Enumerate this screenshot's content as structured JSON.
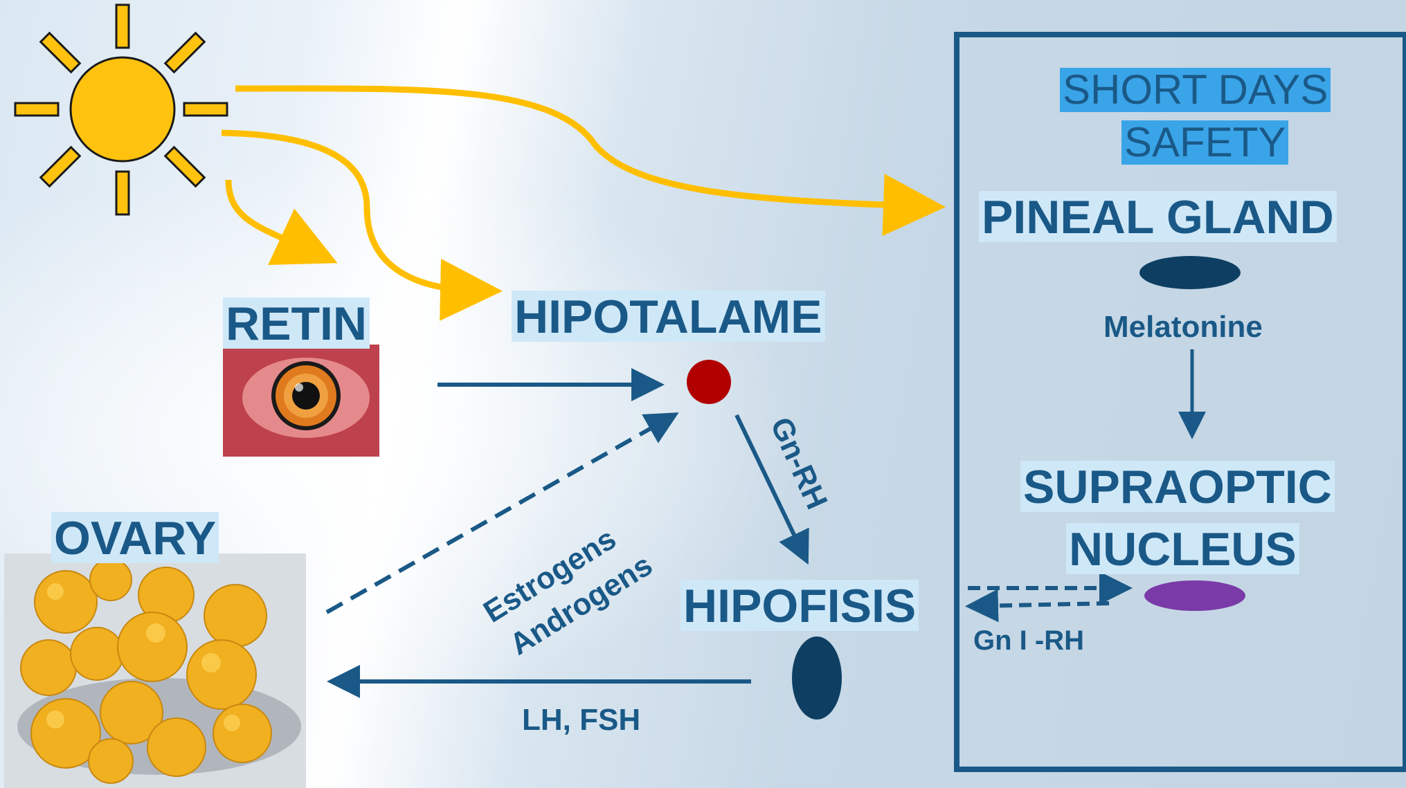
{
  "box": {
    "title_line1": "SHORT DAYS",
    "title_line2": "SAFETY"
  },
  "nodes": {
    "pineal": "PINEAL GLAND",
    "melatonine": "Melatonine",
    "supraoptic_line1": "SUPRAOPTIC",
    "supraoptic_line2": "NUCLEUS",
    "gnirh": "Gn I -RH",
    "retin": "RETIN",
    "hipotalame": "HIPOTALAME",
    "gnrh": "Gn-RH",
    "hipofisis": "HIPOFISIS",
    "ovary": "OVARY",
    "estrogens": "Estrogens",
    "androgens": "Androgens",
    "lhfsh": "LH, FSH"
  },
  "icons": [
    "sun-icon",
    "eye-photo",
    "ovary-photo"
  ],
  "colors": {
    "text": "#1a5987",
    "label_bg": "#cfe8f8",
    "tag_bg": "#3aa4e8",
    "sun": "#ffc20e",
    "light_arrow": "#ffbf00",
    "dark_arrow": "#1a5987",
    "hypothalamus_dot": "#b00000",
    "pineal_shape": "#0e3f63",
    "nucleus_shape": "#7a3aa8"
  }
}
